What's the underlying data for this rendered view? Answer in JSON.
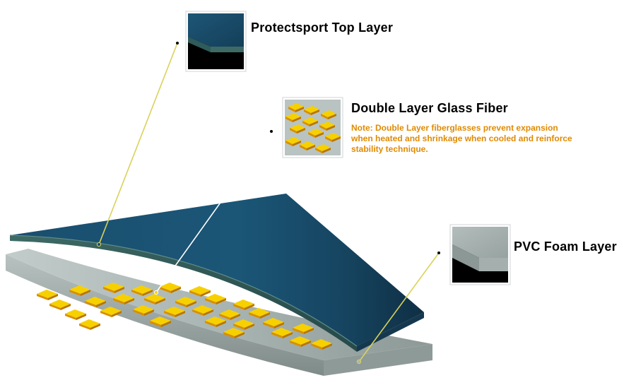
{
  "labels": {
    "top_layer": "Protectsport Top Layer",
    "glass_fiber": "Double Layer Glass Fiber",
    "foam_layer": "PVC Foam Layer"
  },
  "note": {
    "line1": "Note: Double Layer fiberglasses prevent expansion",
    "line2": "when heated and shrinkage when cooled and reinforce",
    "line3": "stability technique."
  },
  "colors": {
    "top_layer": "#1c4f6d",
    "foam_layer": "#a9b4b2",
    "fiber": "#f5c800",
    "note_text": "#e08a00",
    "leader_yellow": "#d9d25a",
    "leader_white": "#ffffff"
  }
}
